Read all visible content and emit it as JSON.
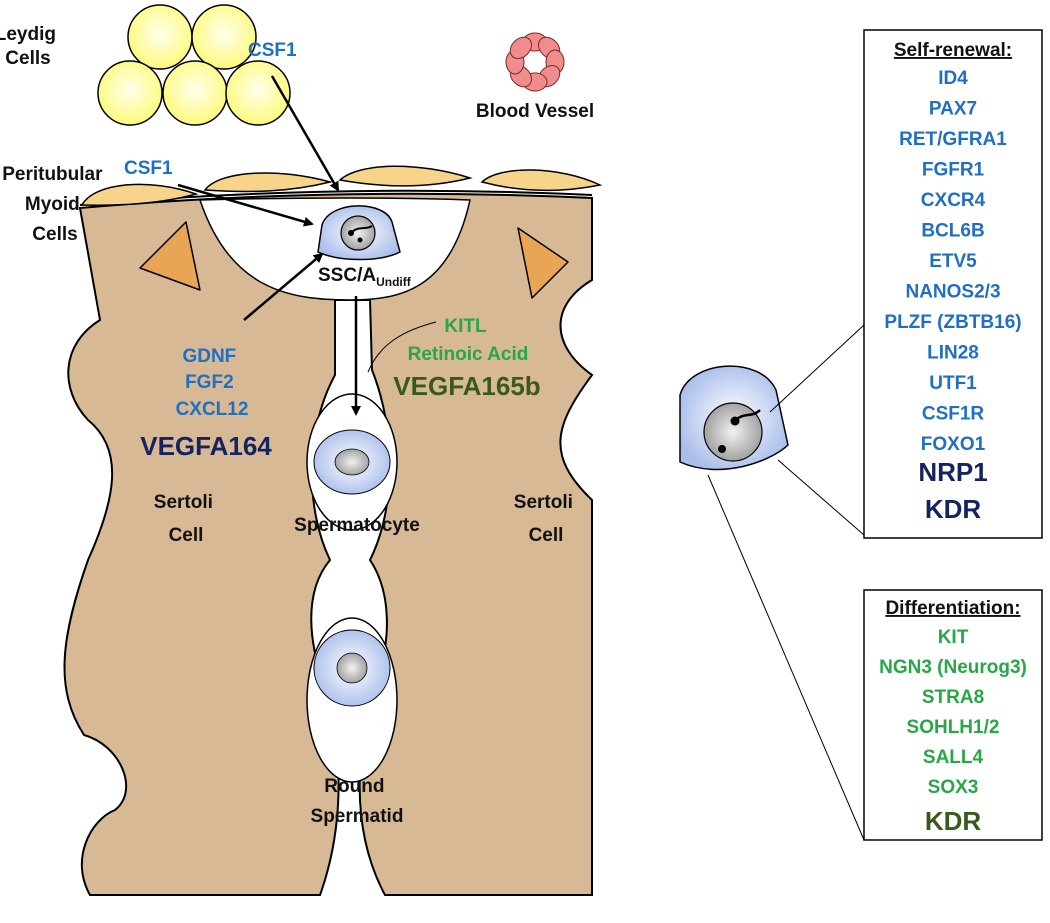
{
  "labels": {
    "leydig": [
      "Leydig",
      "Cells"
    ],
    "blood_vessel": "Blood Vessel",
    "peritubular": [
      "Peritubular",
      "Myoid",
      "Cells"
    ],
    "ssc_main": "SSC/A",
    "ssc_sub": "Undiff",
    "sertoli_left": [
      "Sertoli",
      "Cell"
    ],
    "sertoli_right": [
      "Sertoli",
      "Cell"
    ],
    "spermatocyte": "Spermatocyte",
    "round_spermatid": [
      "Round",
      "Spermatid"
    ]
  },
  "factors": {
    "csf1_leydig": "CSF1",
    "csf1_myoid": "CSF1",
    "sertoli_left": [
      "GDNF",
      "FGF2",
      "CXCL12"
    ],
    "vegfa164": "VEGFA164",
    "sertoli_right": [
      "KITL",
      "Retinoic Acid"
    ],
    "vegfa165b": "VEGFA165b"
  },
  "self_renewal": {
    "title": "Self-renewal:",
    "genes": [
      "ID4",
      "PAX7",
      "RET/GFRA1",
      "FGFR1",
      "CXCR4",
      "BCL6B",
      "ETV5",
      "NANOS2/3",
      "PLZF (ZBTB16)",
      "LIN28",
      "UTF1",
      "CSF1R",
      "FOXO1"
    ],
    "emph_genes": [
      "NRP1",
      "KDR"
    ]
  },
  "differentiation": {
    "title": "Differentiation:",
    "genes": [
      "KIT",
      "NGN3 (Neurog3)",
      "STRA8",
      "SOHLH1/2",
      "SALL4",
      "SOX3"
    ],
    "emph_gene": "KDR"
  },
  "colors": {
    "blue_factor": "#1f6fc5",
    "green_factor": "#27a745",
    "navy_factor": "#15235f",
    "dark_green_factor": "#3a5a1d",
    "sertoli_tissue": "#d7b995",
    "leydig_cell": "#ffff99",
    "myoid_cell": "#f7d48a",
    "vessel_cell": "#f08c8c",
    "germ_cell": "#bccbee"
  }
}
